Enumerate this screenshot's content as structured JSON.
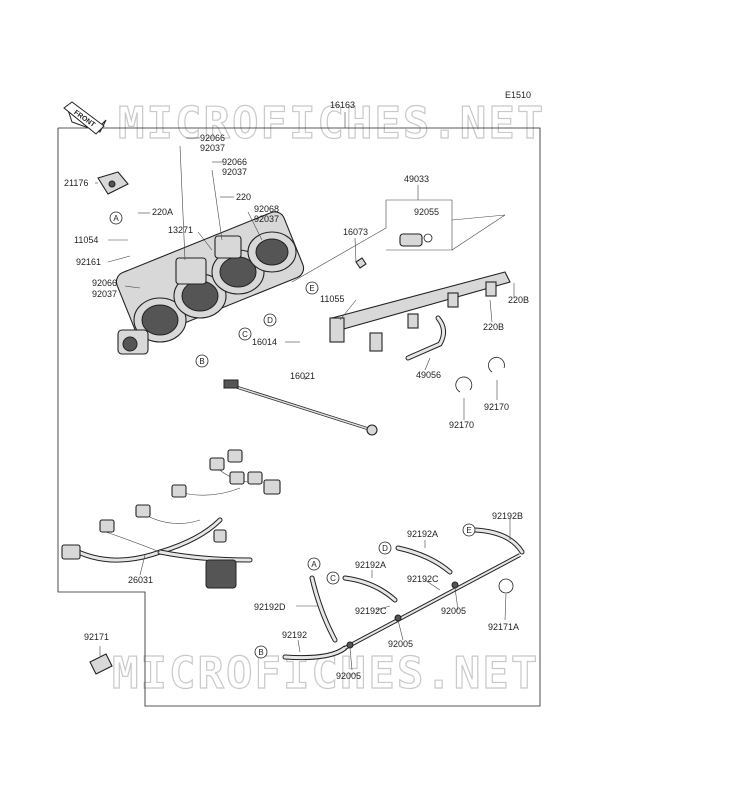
{
  "diagram": {
    "code": "E1510",
    "watermark": "MICROFICHES.NET",
    "front_label": "FRONT",
    "parts": [
      "16163",
      "92066",
      "92037",
      "92066",
      "92037",
      "220",
      "92068",
      "92037",
      "49033",
      "92055",
      "16073",
      "21176",
      "220A",
      "11054",
      "13271",
      "92161",
      "92066",
      "92037",
      "11055",
      "220B",
      "220B",
      "16014",
      "49056",
      "16021",
      "92170",
      "92170",
      "26031",
      "92192B",
      "92192A",
      "92192A",
      "92192C",
      "92192D",
      "92192C",
      "92005",
      "92005",
      "92171A",
      "92192",
      "92005",
      "92171"
    ],
    "callouts": [
      "A",
      "B",
      "C",
      "D",
      "E",
      "A",
      "B",
      "C",
      "D",
      "E"
    ]
  }
}
